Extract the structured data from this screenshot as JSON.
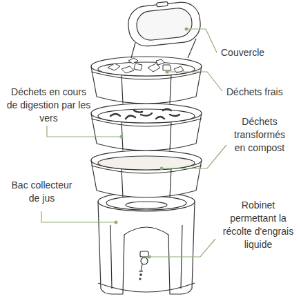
{
  "diagram": {
    "labels": [
      "Couvercle",
      "Déchets frais",
      "Déchets en cours de digestion par les vers",
      "Déchets transformés en compost",
      "Bac collecteur de jus",
      "Robinet permettant la récolte d'engrais liquide"
    ]
  }
}
